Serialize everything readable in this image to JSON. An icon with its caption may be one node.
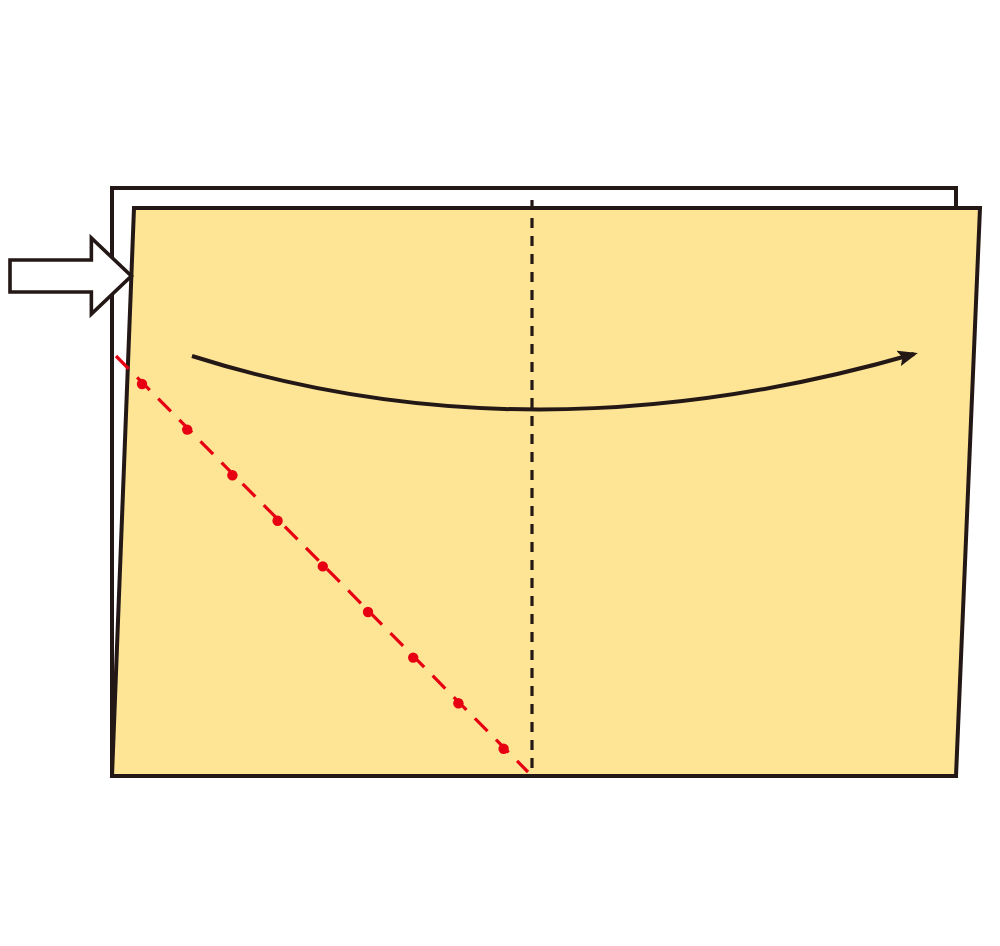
{
  "diagram": {
    "nodes": [
      {
        "text": [],
        "shape": "box"
      },
      {
        "text": [],
        "shape": "box"
      }
    ],
    "edges": [
      {
        "from": null,
        "to": 1,
        "arrow": "to"
      }
    ]
  }
}
